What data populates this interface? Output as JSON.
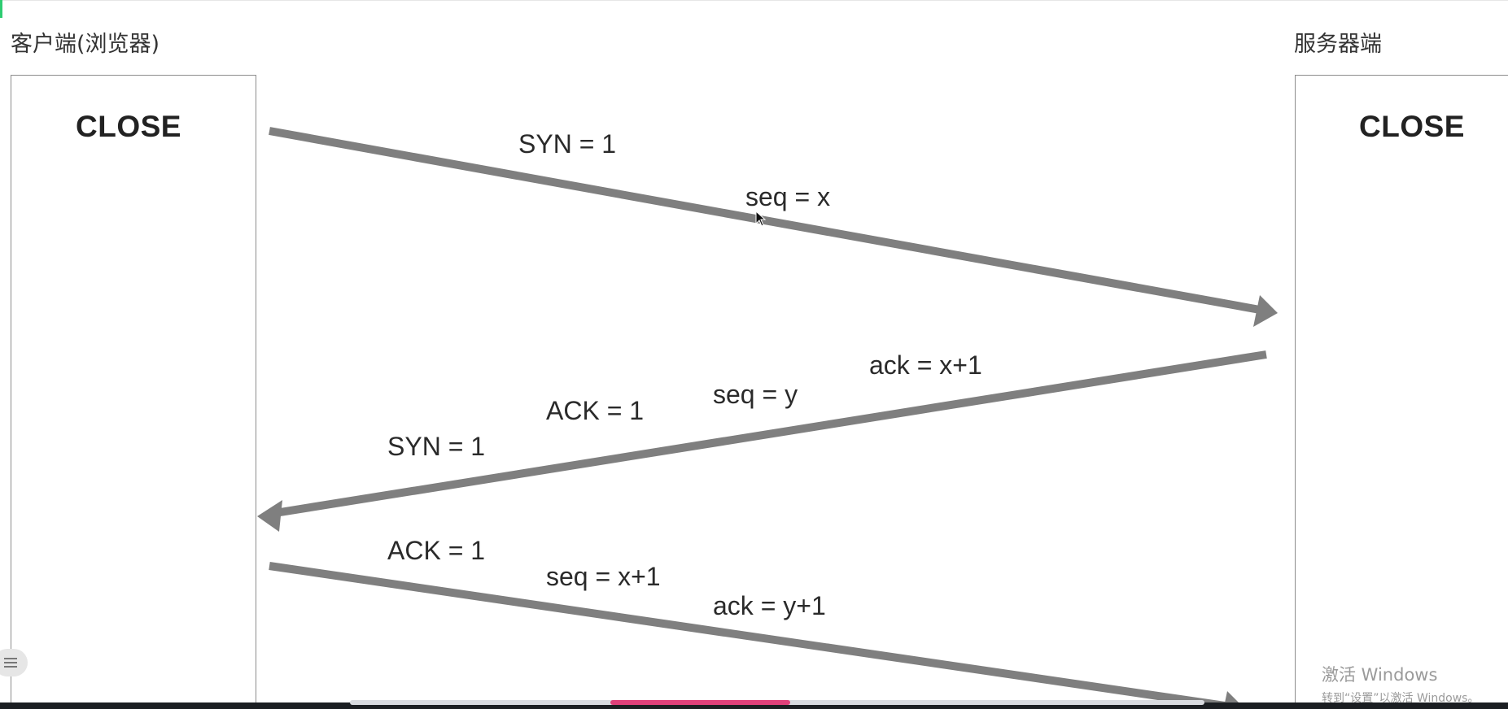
{
  "client": {
    "title": "客户端(浏览器)",
    "state": "CLOSE"
  },
  "server": {
    "title": "服务器端",
    "state": "CLOSE"
  },
  "messages": [
    {
      "id": "syn",
      "direction": "client-to-server",
      "labels": [
        "SYN = 1",
        "seq = x"
      ]
    },
    {
      "id": "syn-ack",
      "direction": "server-to-client",
      "labels": [
        "SYN = 1",
        "ACK = 1",
        "seq = y",
        "ack = x+1"
      ]
    },
    {
      "id": "ack",
      "direction": "client-to-server",
      "labels": [
        "ACK = 1",
        "seq = x+1",
        "ack = y+1"
      ]
    }
  ],
  "colors": {
    "arrow": "#7f7f7f",
    "panel_border": "#8c8c8c",
    "text": "#2a2a2a",
    "accent": "#2ecc71",
    "progress": "#e0407a"
  },
  "player": {
    "progress": 0.28
  },
  "icons": {
    "menu": "menu-icon",
    "cursor": "mouse-cursor-icon"
  },
  "watermark": {
    "title": "激活 Windows",
    "subtitle": "转到“设置”以激活 Windows。"
  }
}
